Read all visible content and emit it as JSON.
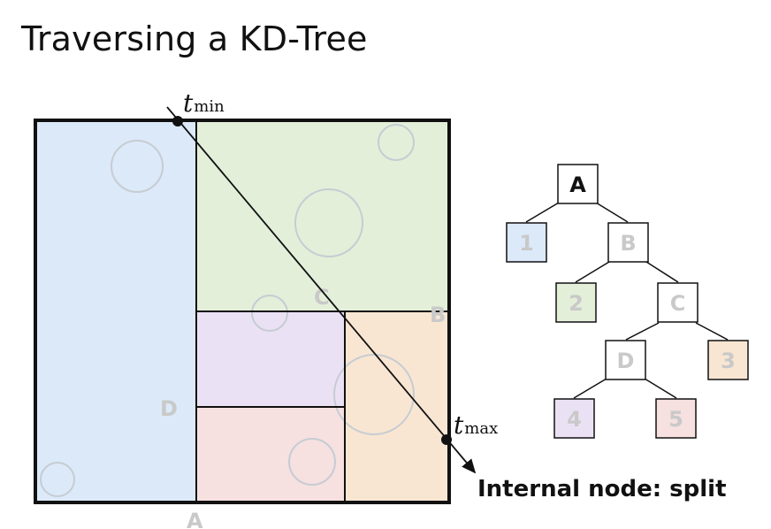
{
  "title": "Traversing a KD-Tree",
  "caption": "Internal node: split",
  "ray": {
    "t_symbol": "t",
    "tmin_sub": "min",
    "tmax_sub": "max"
  },
  "split_labels": {
    "A": "A",
    "B": "B",
    "C": "C",
    "D": "D"
  },
  "colors": {
    "leaf1": "#dce9f8",
    "leaf2": "#e3efd9",
    "leaf3": "#f8e6d2",
    "leaf4": "#ebe1f4",
    "leaf5": "#f6e0e0",
    "circle": "#c6ccd3",
    "faded_label": "#c9c9c9",
    "ink": "#111111"
  },
  "tree": {
    "nodes": [
      {
        "id": "A",
        "label": "A",
        "kind": "internal",
        "active": true
      },
      {
        "id": "1",
        "label": "1",
        "kind": "leaf",
        "color": "leaf1"
      },
      {
        "id": "B",
        "label": "B",
        "kind": "internal"
      },
      {
        "id": "2",
        "label": "2",
        "kind": "leaf",
        "color": "leaf2"
      },
      {
        "id": "C",
        "label": "C",
        "kind": "internal"
      },
      {
        "id": "D",
        "label": "D",
        "kind": "internal"
      },
      {
        "id": "3",
        "label": "3",
        "kind": "leaf",
        "color": "leaf3"
      },
      {
        "id": "4",
        "label": "4",
        "kind": "leaf",
        "color": "leaf4"
      },
      {
        "id": "5",
        "label": "5",
        "kind": "leaf",
        "color": "leaf5"
      }
    ],
    "edges": [
      [
        "A",
        "1"
      ],
      [
        "A",
        "B"
      ],
      [
        "B",
        "2"
      ],
      [
        "B",
        "C"
      ],
      [
        "C",
        "D"
      ],
      [
        "C",
        "3"
      ],
      [
        "D",
        "4"
      ],
      [
        "D",
        "5"
      ]
    ]
  }
}
